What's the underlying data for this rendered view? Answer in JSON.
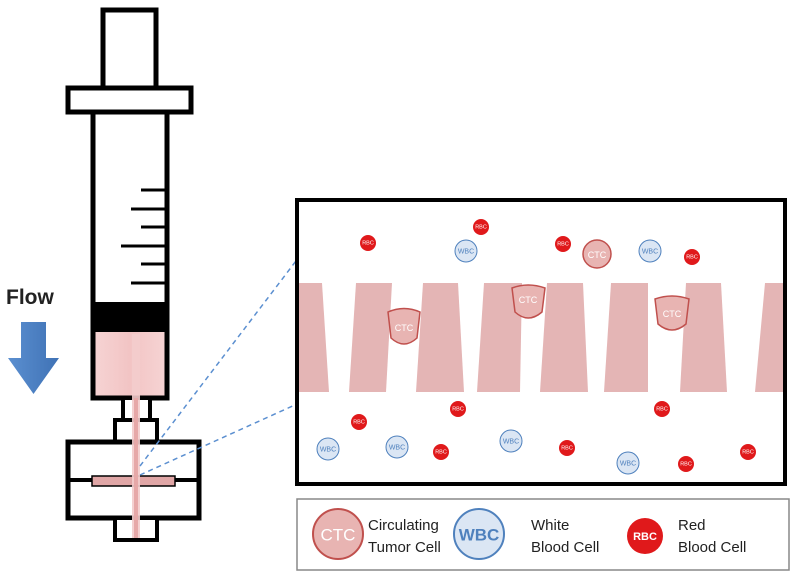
{
  "flow_label": "Flow",
  "cells": {
    "ctc": "CTC",
    "wbc": "WBC",
    "rbc": "RBC"
  },
  "legend": {
    "ctc": {
      "symbol": "CTC",
      "line1": "Circulating",
      "line2": "Tumor Cell"
    },
    "wbc": {
      "symbol": "WBC",
      "line1": "White",
      "line2": "Blood Cell"
    },
    "rbc": {
      "symbol": "RBC",
      "line1": "Red",
      "line2": "Blood Cell"
    }
  },
  "colors": {
    "ctc_fill": "#e8b4b2",
    "ctc_stroke": "#c0504d",
    "wbc_fill": "#dbe6f4",
    "wbc_stroke": "#4f81bd",
    "rbc_fill": "#e0191b",
    "pillar": "#e4b5b5",
    "arrow": "#4a7fc1"
  }
}
